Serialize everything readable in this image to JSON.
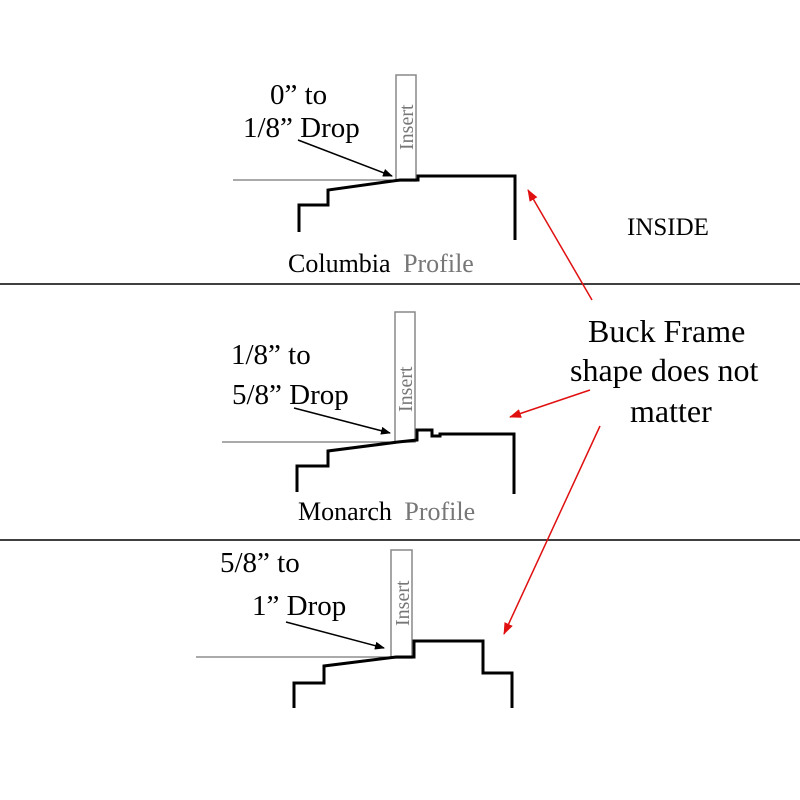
{
  "labels": {
    "inside": "INSIDE",
    "buck_frame_line1": "Buck Frame",
    "buck_frame_line2": "shape does not",
    "buck_frame_line3": "matter"
  },
  "profiles": [
    {
      "drop_line1": "0” to",
      "drop_line2": "1/8” Drop",
      "insert_label": "Insert",
      "name": "Columbia",
      "name_suffix": "Profile"
    },
    {
      "drop_line1": "1/8” to",
      "drop_line2": "5/8” Drop",
      "insert_label": "Insert",
      "name": "Monarch",
      "name_suffix": "Profile"
    },
    {
      "drop_line1": "5/8” to",
      "drop_line2": "1”  Drop",
      "insert_label": "Insert"
    }
  ],
  "colors": {
    "arrow_red": "#e01010",
    "line": "#000000",
    "insert_grey": "#777777"
  }
}
